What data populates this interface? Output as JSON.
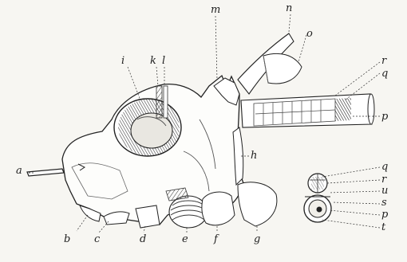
{
  "figure": {
    "labels": {
      "a": "a",
      "b": "b",
      "c": "c",
      "d": "d",
      "e": "e",
      "f": "f",
      "g": "g",
      "h": "h",
      "i": "i",
      "k": "k",
      "l": "l",
      "m": "m",
      "n": "n",
      "o": "o",
      "p": "p",
      "q": "q",
      "r": "r",
      "q2": "q",
      "r2": "r",
      "u": "u",
      "s": "s",
      "p2": "p",
      "t": "t"
    }
  }
}
